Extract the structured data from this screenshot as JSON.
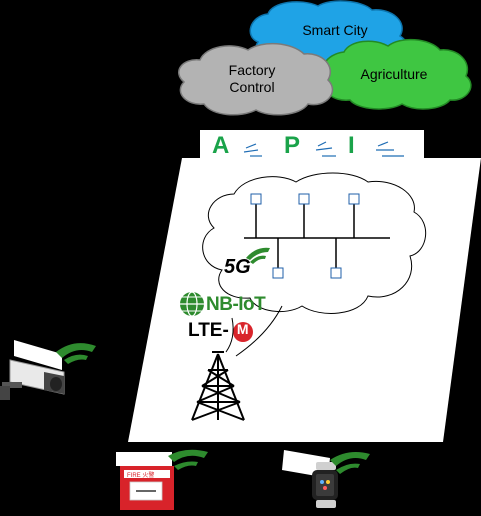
{
  "clouds": {
    "smart_city": "Smart City",
    "factory_control_line1": "Factory",
    "factory_control_line2": "Control",
    "agriculture": "Agriculture"
  },
  "api": {
    "letters": [
      "A",
      "P",
      "I"
    ]
  },
  "network": {
    "label_5g": "5G",
    "label_nbiot": "NB-IoT",
    "label_ltem_prefix": "LTE-",
    "label_ltem_suffix": "M"
  },
  "devices": {
    "fire_alarm_text": "FIRE 火警"
  },
  "colors": {
    "background": "#000000",
    "smart_city_cloud": "#1fa3e6",
    "factory_cloud": "#b3b3b3",
    "agriculture_cloud": "#3fc642",
    "api_green": "#1aa34a",
    "signal_green": "#2e8b2e",
    "ltem_red": "#d9242b",
    "fire_alarm_red": "#d8232a"
  },
  "icons": [
    "signal-wave-icon",
    "antenna-tower-icon",
    "camera-icon",
    "fire-alarm-icon",
    "smartwatch-icon",
    "network-node-icon"
  ]
}
